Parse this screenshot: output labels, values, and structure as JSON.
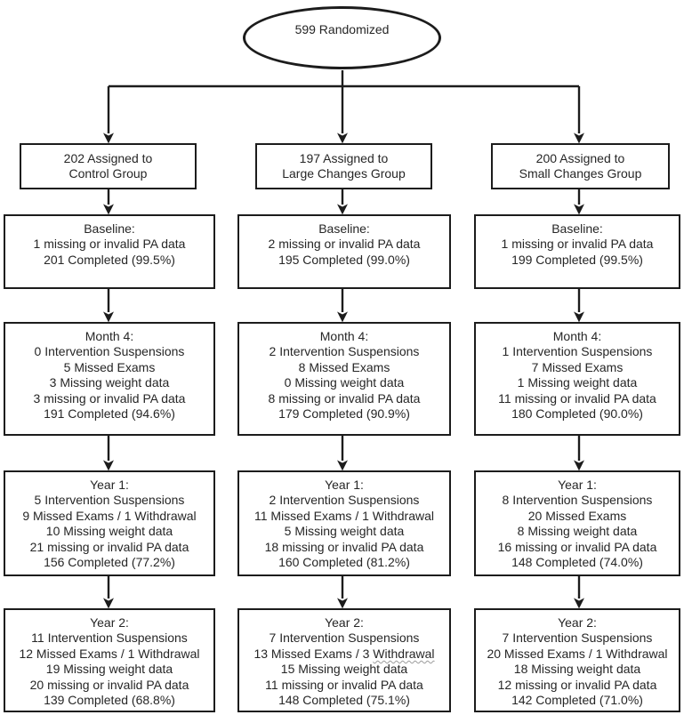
{
  "diagram": {
    "title_hint": "CONSORT participant flow",
    "colors": {
      "border": "#1c1c1c",
      "text": "#262626",
      "wavy_underline": "#9b9b9b"
    },
    "root_label": "599 Randomized",
    "columns": [
      {
        "boxes": [
          {
            "stage": "assigned",
            "lines": [
              "202 Assigned to",
              "Control Group"
            ]
          },
          {
            "stage": "baseline",
            "lines": [
              "Baseline:",
              "1 missing or invalid PA data",
              "201 Completed (99.5%)"
            ]
          },
          {
            "stage": "month4",
            "lines": [
              "Month 4:",
              "0 Intervention Suspensions",
              "5 Missed Exams",
              "3 Missing weight data",
              "3 missing or invalid PA data",
              "191 Completed (94.6%)"
            ]
          },
          {
            "stage": "year1",
            "lines": [
              "Year 1:",
              "5 Intervention Suspensions",
              "9 Missed Exams / 1 Withdrawal",
              "10 Missing weight data",
              "21 missing or invalid PA data",
              "156 Completed (77.2%)"
            ]
          },
          {
            "stage": "year2",
            "lines": [
              "Year 2:",
              "11 Intervention Suspensions",
              "12 Missed Exams / 1 Withdrawal",
              "19 Missing weight data",
              "20 missing or invalid PA data",
              "139 Completed (68.8%)"
            ]
          }
        ]
      },
      {
        "boxes": [
          {
            "stage": "assigned",
            "lines": [
              "197 Assigned to",
              "Large Changes Group"
            ]
          },
          {
            "stage": "baseline",
            "lines": [
              "Baseline:",
              "2 missing or invalid PA data",
              "195 Completed (99.0%)"
            ]
          },
          {
            "stage": "month4",
            "lines": [
              "Month 4:",
              "2 Intervention Suspensions",
              "8 Missed Exams",
              "0 Missing weight data",
              "8 missing or invalid PA data",
              "179 Completed (90.9%)"
            ]
          },
          {
            "stage": "year1",
            "lines": [
              "Year 1:",
              "2 Intervention Suspensions",
              "11 Missed Exams / 1 Withdrawal",
              "5 Missing weight data",
              "18 missing or invalid PA data",
              "160 Completed (81.2%)"
            ]
          },
          {
            "stage": "year2",
            "lines": [
              "Year 2:",
              "7 Intervention Suspensions",
              {
                "text": "13 Missed Exams / 3 Withdrawal",
                "wavy": "Withdrawal"
              },
              "15 Missing weight data",
              "11 missing or invalid PA data",
              "148 Completed (75.1%)"
            ]
          }
        ]
      },
      {
        "boxes": [
          {
            "stage": "assigned",
            "lines": [
              "200 Assigned to",
              "Small Changes Group"
            ]
          },
          {
            "stage": "baseline",
            "lines": [
              "Baseline:",
              "1 missing or invalid PA data",
              "199 Completed (99.5%)"
            ]
          },
          {
            "stage": "month4",
            "lines": [
              "Month 4:",
              "1 Intervention Suspensions",
              "7 Missed Exams",
              "1 Missing weight data",
              "11 missing or invalid PA data",
              "180 Completed (90.0%)"
            ]
          },
          {
            "stage": "year1",
            "lines": [
              "Year 1:",
              "8 Intervention Suspensions",
              "20 Missed Exams",
              "8 Missing weight data",
              "16 missing or invalid PA data",
              "148 Completed (74.0%)"
            ]
          },
          {
            "stage": "year2",
            "lines": [
              "Year 2:",
              "7 Intervention Suspensions",
              "20 Missed Exams / 1 Withdrawal",
              "18 Missing weight data",
              "12 missing or invalid PA data",
              "142 Completed (71.0%)"
            ]
          }
        ]
      }
    ]
  }
}
